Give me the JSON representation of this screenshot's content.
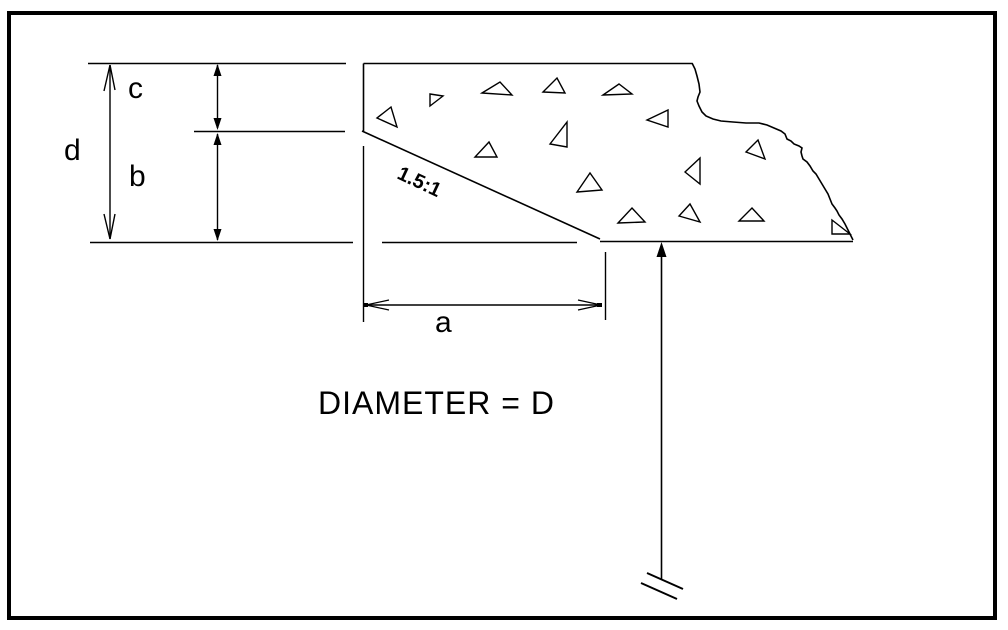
{
  "diagram": {
    "labels": {
      "dim_c": "c",
      "dim_d": "d",
      "dim_b": "b",
      "dim_a": "a",
      "slope_ratio": "1.5:1",
      "diameter_note": "DIAMETER = D"
    },
    "colors": {
      "line": "#000000",
      "background": "#ffffff"
    }
  }
}
